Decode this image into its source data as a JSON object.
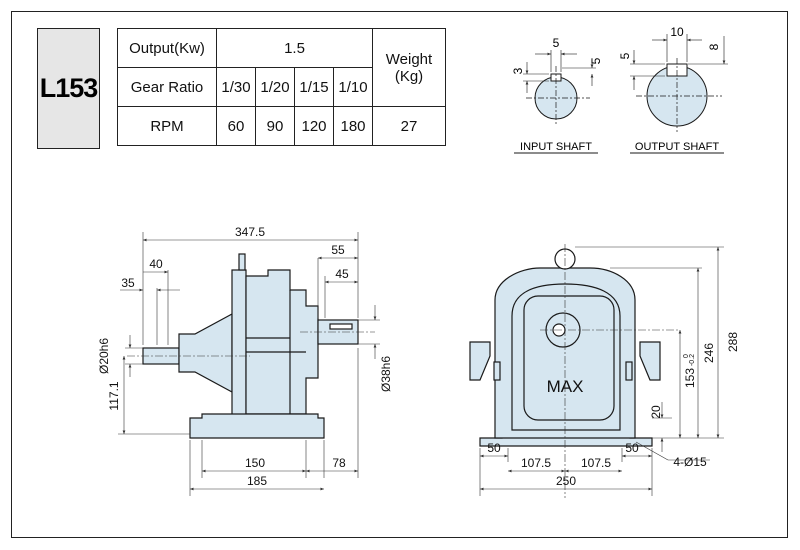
{
  "model": "L153",
  "spec": {
    "output_label": "Output(Kw)",
    "output_value": "1.5",
    "weight_label_1": "Weight",
    "weight_label_2": "(Kg)",
    "gear_ratio_label": "Gear  Ratio",
    "ratios": [
      "1/30",
      "1/20",
      "1/15",
      "1/10"
    ],
    "rpm_label": "RPM",
    "rpms": [
      "60",
      "90",
      "120",
      "180"
    ],
    "weight_value": "27"
  },
  "shafts": {
    "input": {
      "label": "INPUT SHAFT",
      "dim_top": "5",
      "dim_left": "3",
      "dim_right": "5"
    },
    "output": {
      "label": "OUTPUT SHAFT",
      "dim_top": "10",
      "dim_left": "5",
      "dim_right": "8"
    }
  },
  "side_view": {
    "overall_length": "347.5",
    "dim_40": "40",
    "dim_35": "35",
    "dim_55": "55",
    "dim_45": "45",
    "input_dia": "Ø20h6",
    "output_dia": "Ø38h6",
    "height_117": "117.1",
    "base_150": "150",
    "base_78": "78",
    "base_185": "185"
  },
  "front_view": {
    "max_label": "MAX",
    "dim_288": "288",
    "dim_246": "246",
    "dim_153": "153",
    "dim_153_tol_upper": "0",
    "dim_153_tol_lower": "-0.2",
    "dim_20": "20",
    "dim_50_left": "50",
    "dim_1075_left": "107.5",
    "dim_1075_right": "107.5",
    "dim_50_right": "50",
    "holes": "4-Ø15",
    "overall_width": "250"
  },
  "colors": {
    "body_fill": "#d6e6f0",
    "line": "#1a1a1a",
    "dim_line": "#333333"
  }
}
